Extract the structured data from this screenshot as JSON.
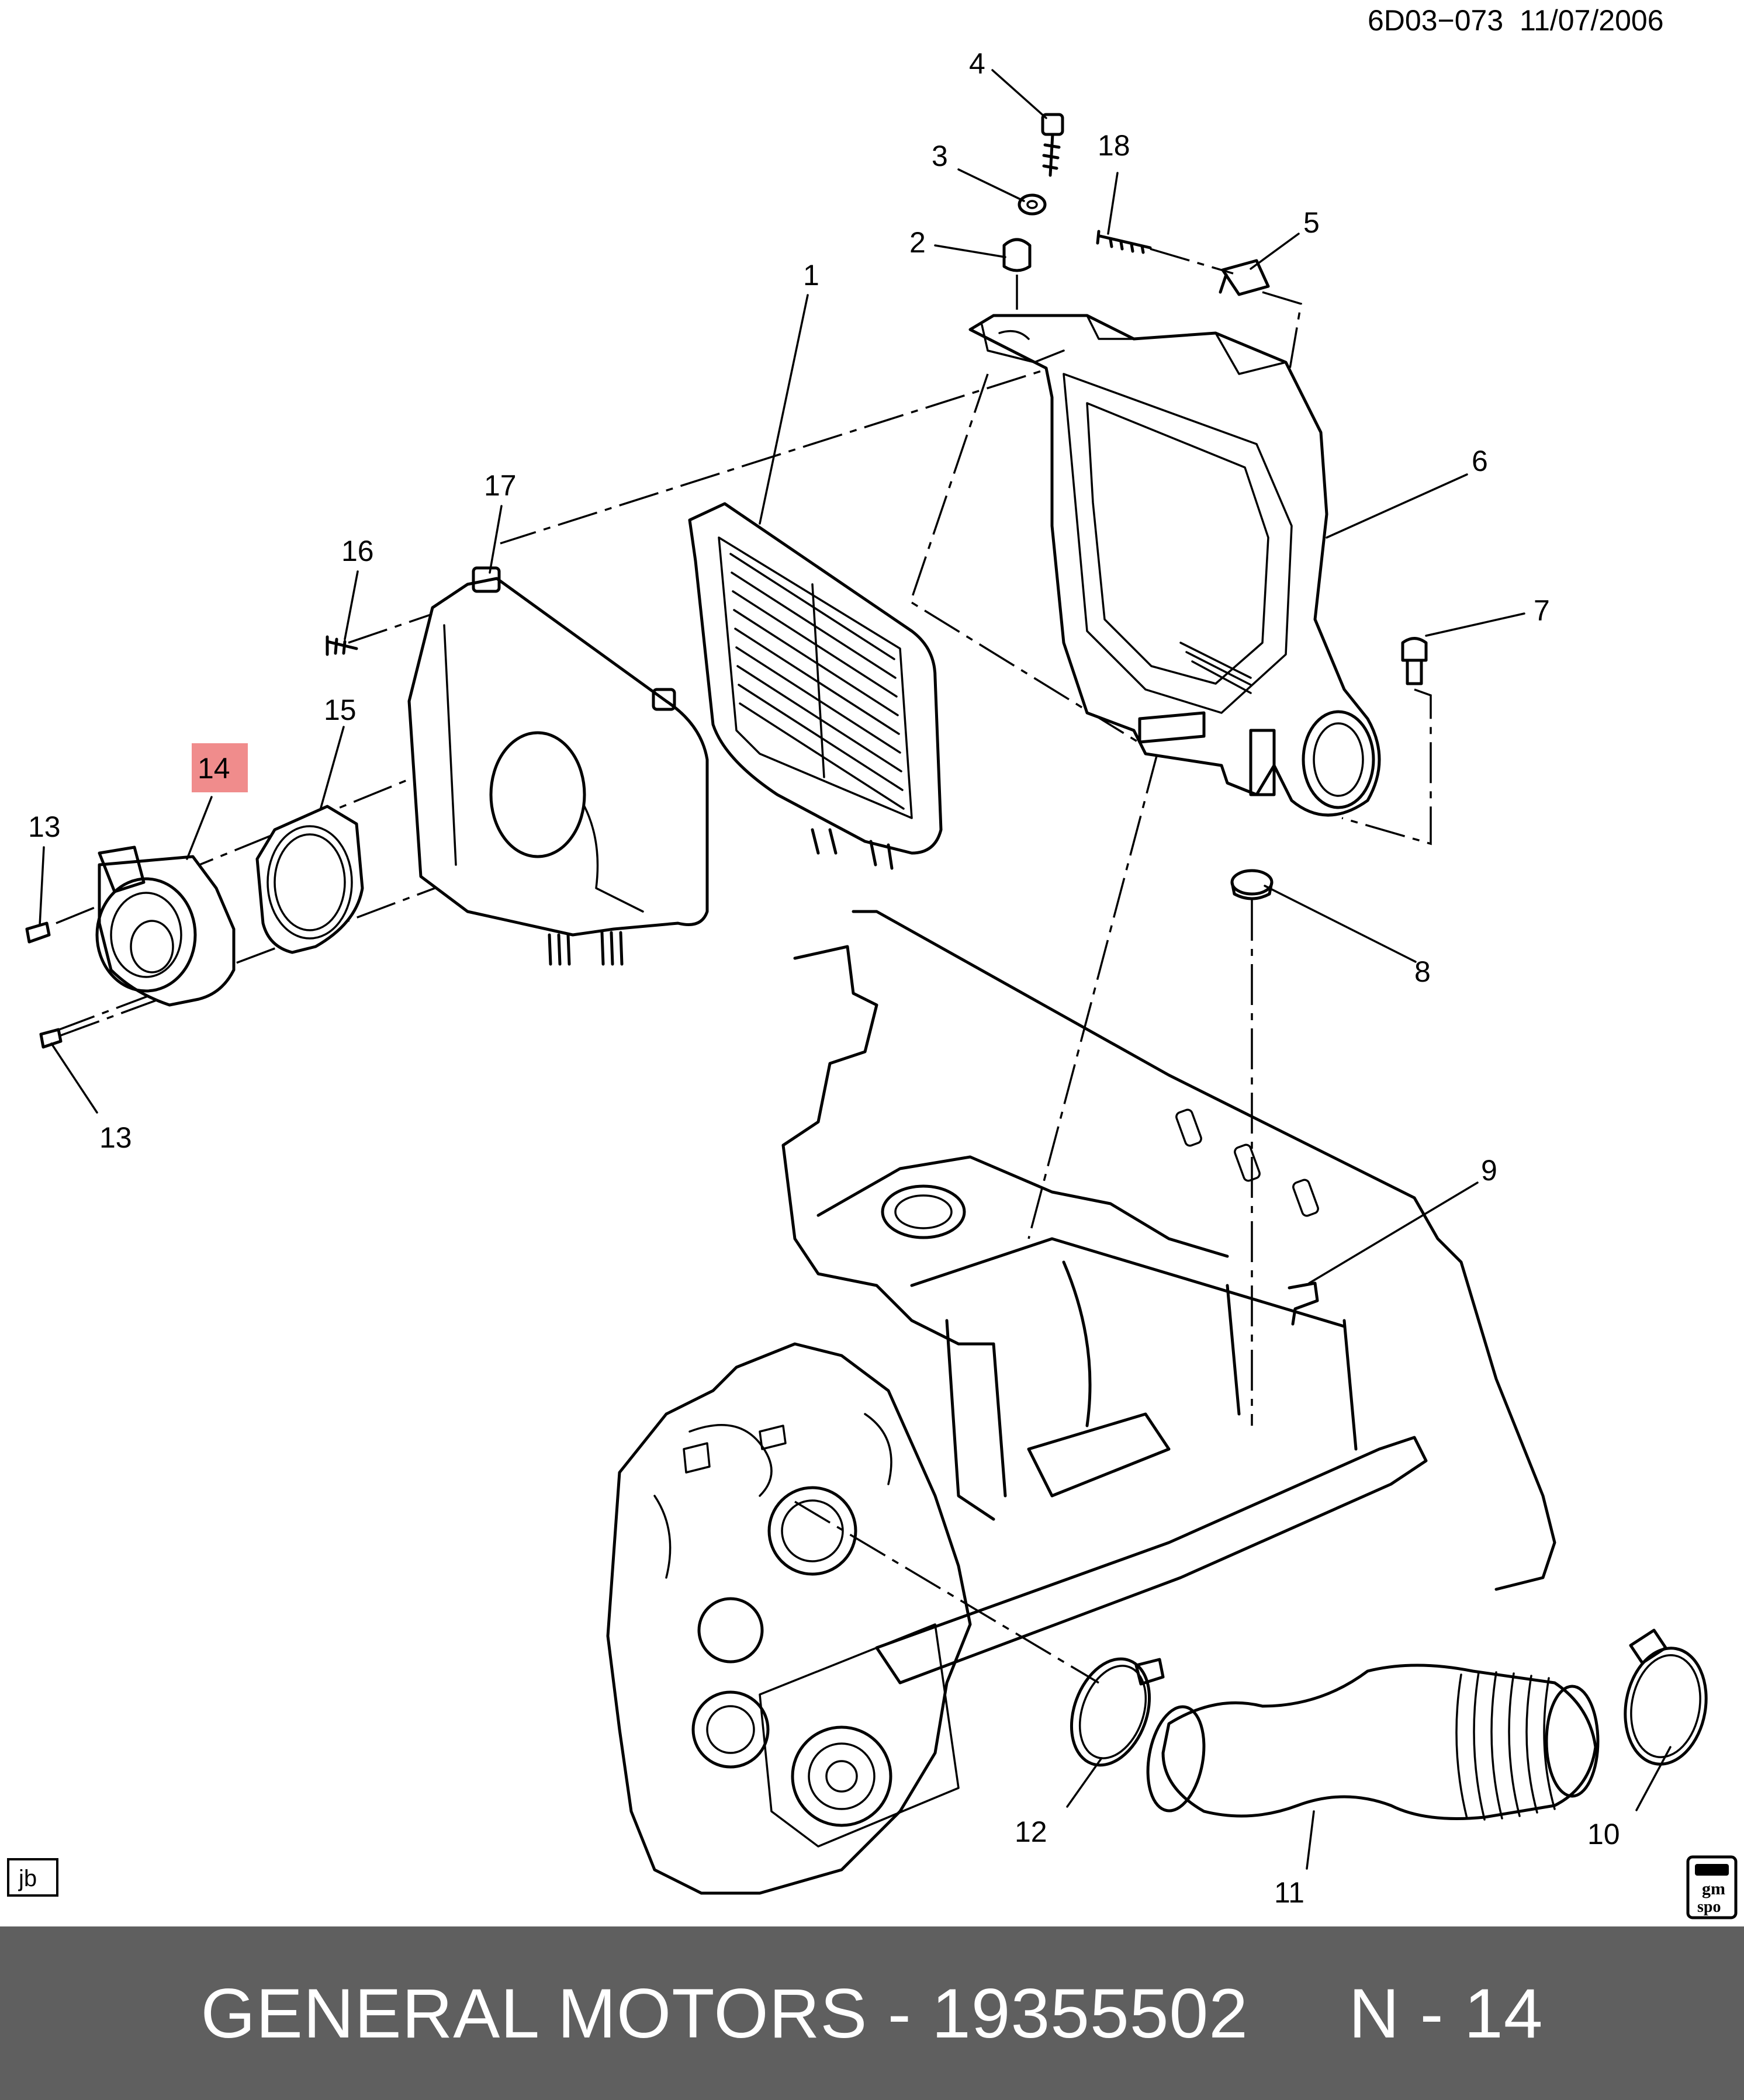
{
  "header": {
    "drawing_code": "6D03−073",
    "date": "11/07/2006"
  },
  "callouts": [
    "1",
    "2",
    "3",
    "4",
    "5",
    "6",
    "7",
    "8",
    "9",
    "10",
    "11",
    "12",
    "13",
    "13",
    "14",
    "15",
    "16",
    "17",
    "18"
  ],
  "highlighted_callout": "14",
  "highlight_color": "#f08c8c",
  "corner_marks": {
    "left_box": "jb",
    "right_logo_top": "gm",
    "right_logo_bottom": "spo"
  },
  "footer": {
    "label": "GENERAL MOTORS - 19355502     N - 14",
    "background": "#5f5f5f",
    "text_color": "#ffffff"
  }
}
